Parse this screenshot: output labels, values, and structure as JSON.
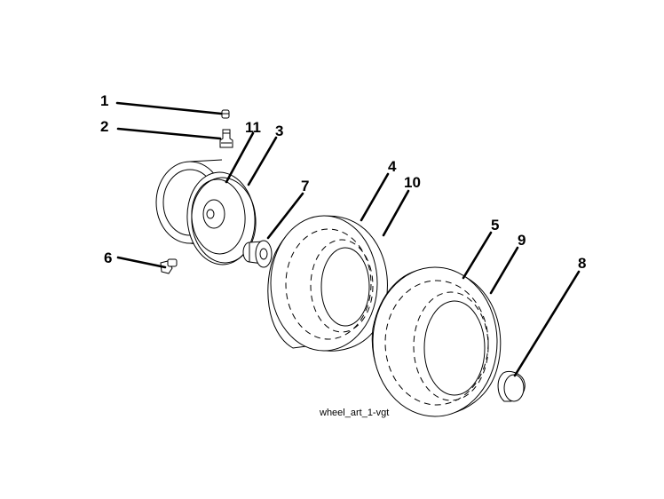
{
  "callouts": [
    {
      "id": "p1",
      "label": "1"
    },
    {
      "id": "p2",
      "label": "2"
    },
    {
      "id": "p11",
      "label": "11"
    },
    {
      "id": "p3",
      "label": "3"
    },
    {
      "id": "p7",
      "label": "7"
    },
    {
      "id": "p4",
      "label": "4"
    },
    {
      "id": "p10",
      "label": "10"
    },
    {
      "id": "p5",
      "label": "5"
    },
    {
      "id": "p9",
      "label": "9"
    },
    {
      "id": "p8",
      "label": "8"
    },
    {
      "id": "p6",
      "label": "6"
    }
  ],
  "caption": "wheel_art_1-vgt"
}
